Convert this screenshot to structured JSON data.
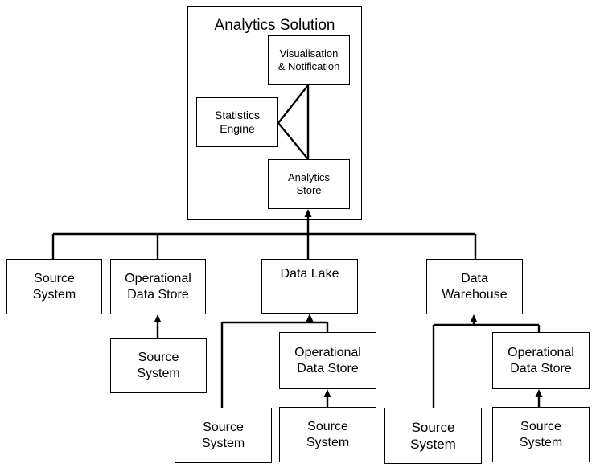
{
  "analytics_solution": {
    "title": "Analytics Solution",
    "visualisation": "Visualisation\n& Notification",
    "statistics_engine": "Statistics\nEngine",
    "analytics_store": "Analytics\nStore"
  },
  "tier1": {
    "source_system": "Source\nSystem",
    "operational_data_store": "Operational\nData Store",
    "data_lake": "Data Lake",
    "data_warehouse": "Data\nWarehouse"
  },
  "ods_branch": {
    "source_system": "Source\nSystem"
  },
  "data_lake_branch": {
    "operational_data_store": "Operational\nData Store",
    "source_system_left": "Source\nSystem",
    "source_system_right": "Source\nSystem"
  },
  "data_warehouse_branch": {
    "operational_data_store": "Operational\nData Store",
    "source_system_left": "Source\nSystem",
    "source_system_right": "Source\nSystem"
  },
  "colors": {
    "line": "#000000",
    "background": "#ffffff"
  }
}
